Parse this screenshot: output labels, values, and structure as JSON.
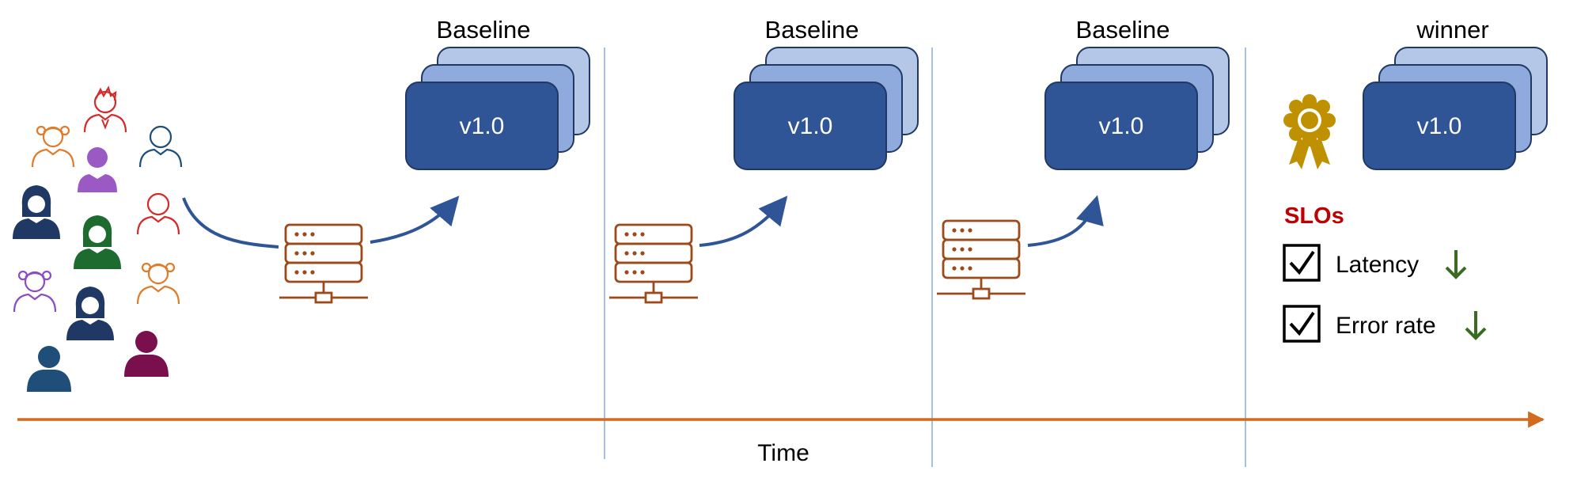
{
  "stages": [
    {
      "heading": "Baseline",
      "version": "v1.0"
    },
    {
      "heading": "Baseline",
      "version": "v1.0"
    },
    {
      "heading": "Baseline",
      "version": "v1.0"
    },
    {
      "heading": "winner",
      "version": "v1.0"
    }
  ],
  "timeline": {
    "label": "Time"
  },
  "slos": {
    "title": "SLOs",
    "items": [
      {
        "label": "Latency",
        "checked": true,
        "trend": "down"
      },
      {
        "label": "Error rate",
        "checked": true,
        "trend": "down"
      }
    ]
  },
  "icons": {
    "users": "user-group-icon",
    "server": "server-rack-icon",
    "award": "award-ribbon-icon",
    "trend": "down-arrow-icon",
    "check": "checkbox-icon"
  },
  "colors": {
    "card_front": "#2f5597",
    "card_mid": "#8faadc",
    "card_back": "#b4c7e7",
    "server": "#9c4a1a",
    "timeline": "#d46a1e",
    "divider": "#8fb0dc",
    "slo_title": "#c00000",
    "trend_arrow": "#3a6b22",
    "award": "#bf9000",
    "flow_arrow": "#2f5597"
  }
}
